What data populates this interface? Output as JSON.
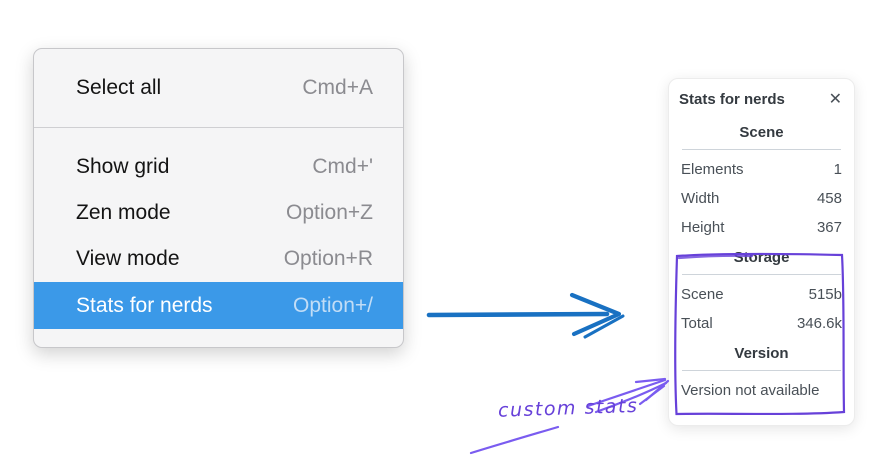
{
  "menu": {
    "items": [
      {
        "label": "Select all",
        "shortcut": "Cmd+A"
      },
      {
        "label": "Show grid",
        "shortcut": "Cmd+'"
      },
      {
        "label": "Zen mode",
        "shortcut": "Option+Z"
      },
      {
        "label": "View mode",
        "shortcut": "Option+R"
      },
      {
        "label": "Stats for nerds",
        "shortcut": "Option+/",
        "highlighted": true
      }
    ]
  },
  "stats_panel": {
    "title": "Stats for nerds",
    "close_glyph": "✕",
    "sections": [
      {
        "header": "Scene",
        "rows": [
          {
            "label": "Elements",
            "value": "1"
          },
          {
            "label": "Width",
            "value": "458"
          },
          {
            "label": "Height",
            "value": "367"
          }
        ]
      },
      {
        "header": "Storage",
        "rows": [
          {
            "label": "Scene",
            "value": "515b"
          },
          {
            "label": "Total",
            "value": "346.6k"
          }
        ]
      },
      {
        "header": "Version",
        "note": "Version not available"
      }
    ]
  },
  "annotations": {
    "callout_label": "custom stats"
  },
  "colors": {
    "menu_highlight": "#3b99e8",
    "menu_highlight_text": "#ffffff",
    "flow_arrow_blue": "#1971c2",
    "annotation_purple": "#6741d9",
    "callout_arrow_purple": "#7a5cf0"
  }
}
